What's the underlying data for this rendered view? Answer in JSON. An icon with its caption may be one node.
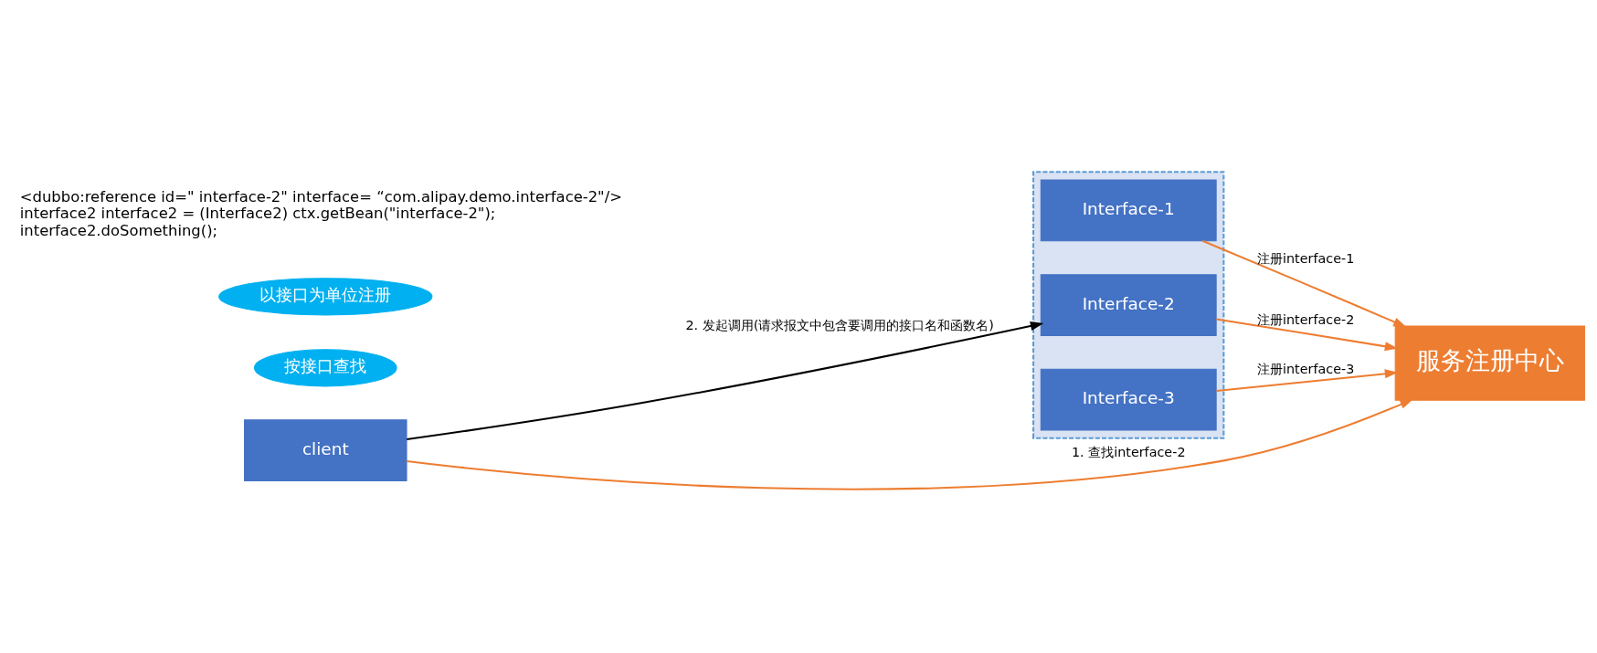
{
  "diagram": {
    "nodes": [
      {
        "text": [],
        "shape": "box"
      },
      {
        "text": [
          "Interface-1"
        ],
        "in": 0
      },
      {
        "text": [
          "Interface-2"
        ],
        "in": 0
      },
      {
        "text": [
          "Interface-3"
        ],
        "in": 0
      },
      {
        "text": [
          "client"
        ]
      },
      {
        "text": [
          "服务注册中心"
        ]
      },
      {
        "text": [
          "按接口查找"
        ]
      },
      {
        "text": [
          "以接口为单位注册"
        ]
      }
    ],
    "edges": [
      {
        "from": 4,
        "to": 2,
        "arrow": "to",
        "label": "2. 发起调用(请求报文中包含要调用的接口名和函数名)",
        "color": "#000000"
      },
      {
        "from": 4,
        "to": 5,
        "arrow": "to",
        "label": "1. 查找interface-2"
      },
      {
        "from": 1,
        "to": 5,
        "arrow": "to",
        "label": "注册interface-1"
      },
      {
        "from": 2,
        "to": 5,
        "arrow": "to",
        "label": "注册interface-2"
      },
      {
        "from": 3,
        "to": 5,
        "arrow": "to",
        "label": "注册interface-3"
      }
    ],
    "labels": [
      "<dubbo:reference id=\" interface-2\" interface= “com.alipay.demo.interface-2\"/>",
      "interface2 interface2 = (Interface2) ctx.getBean(\"interface-2\");",
      "interface2.doSomething();"
    ]
  }
}
